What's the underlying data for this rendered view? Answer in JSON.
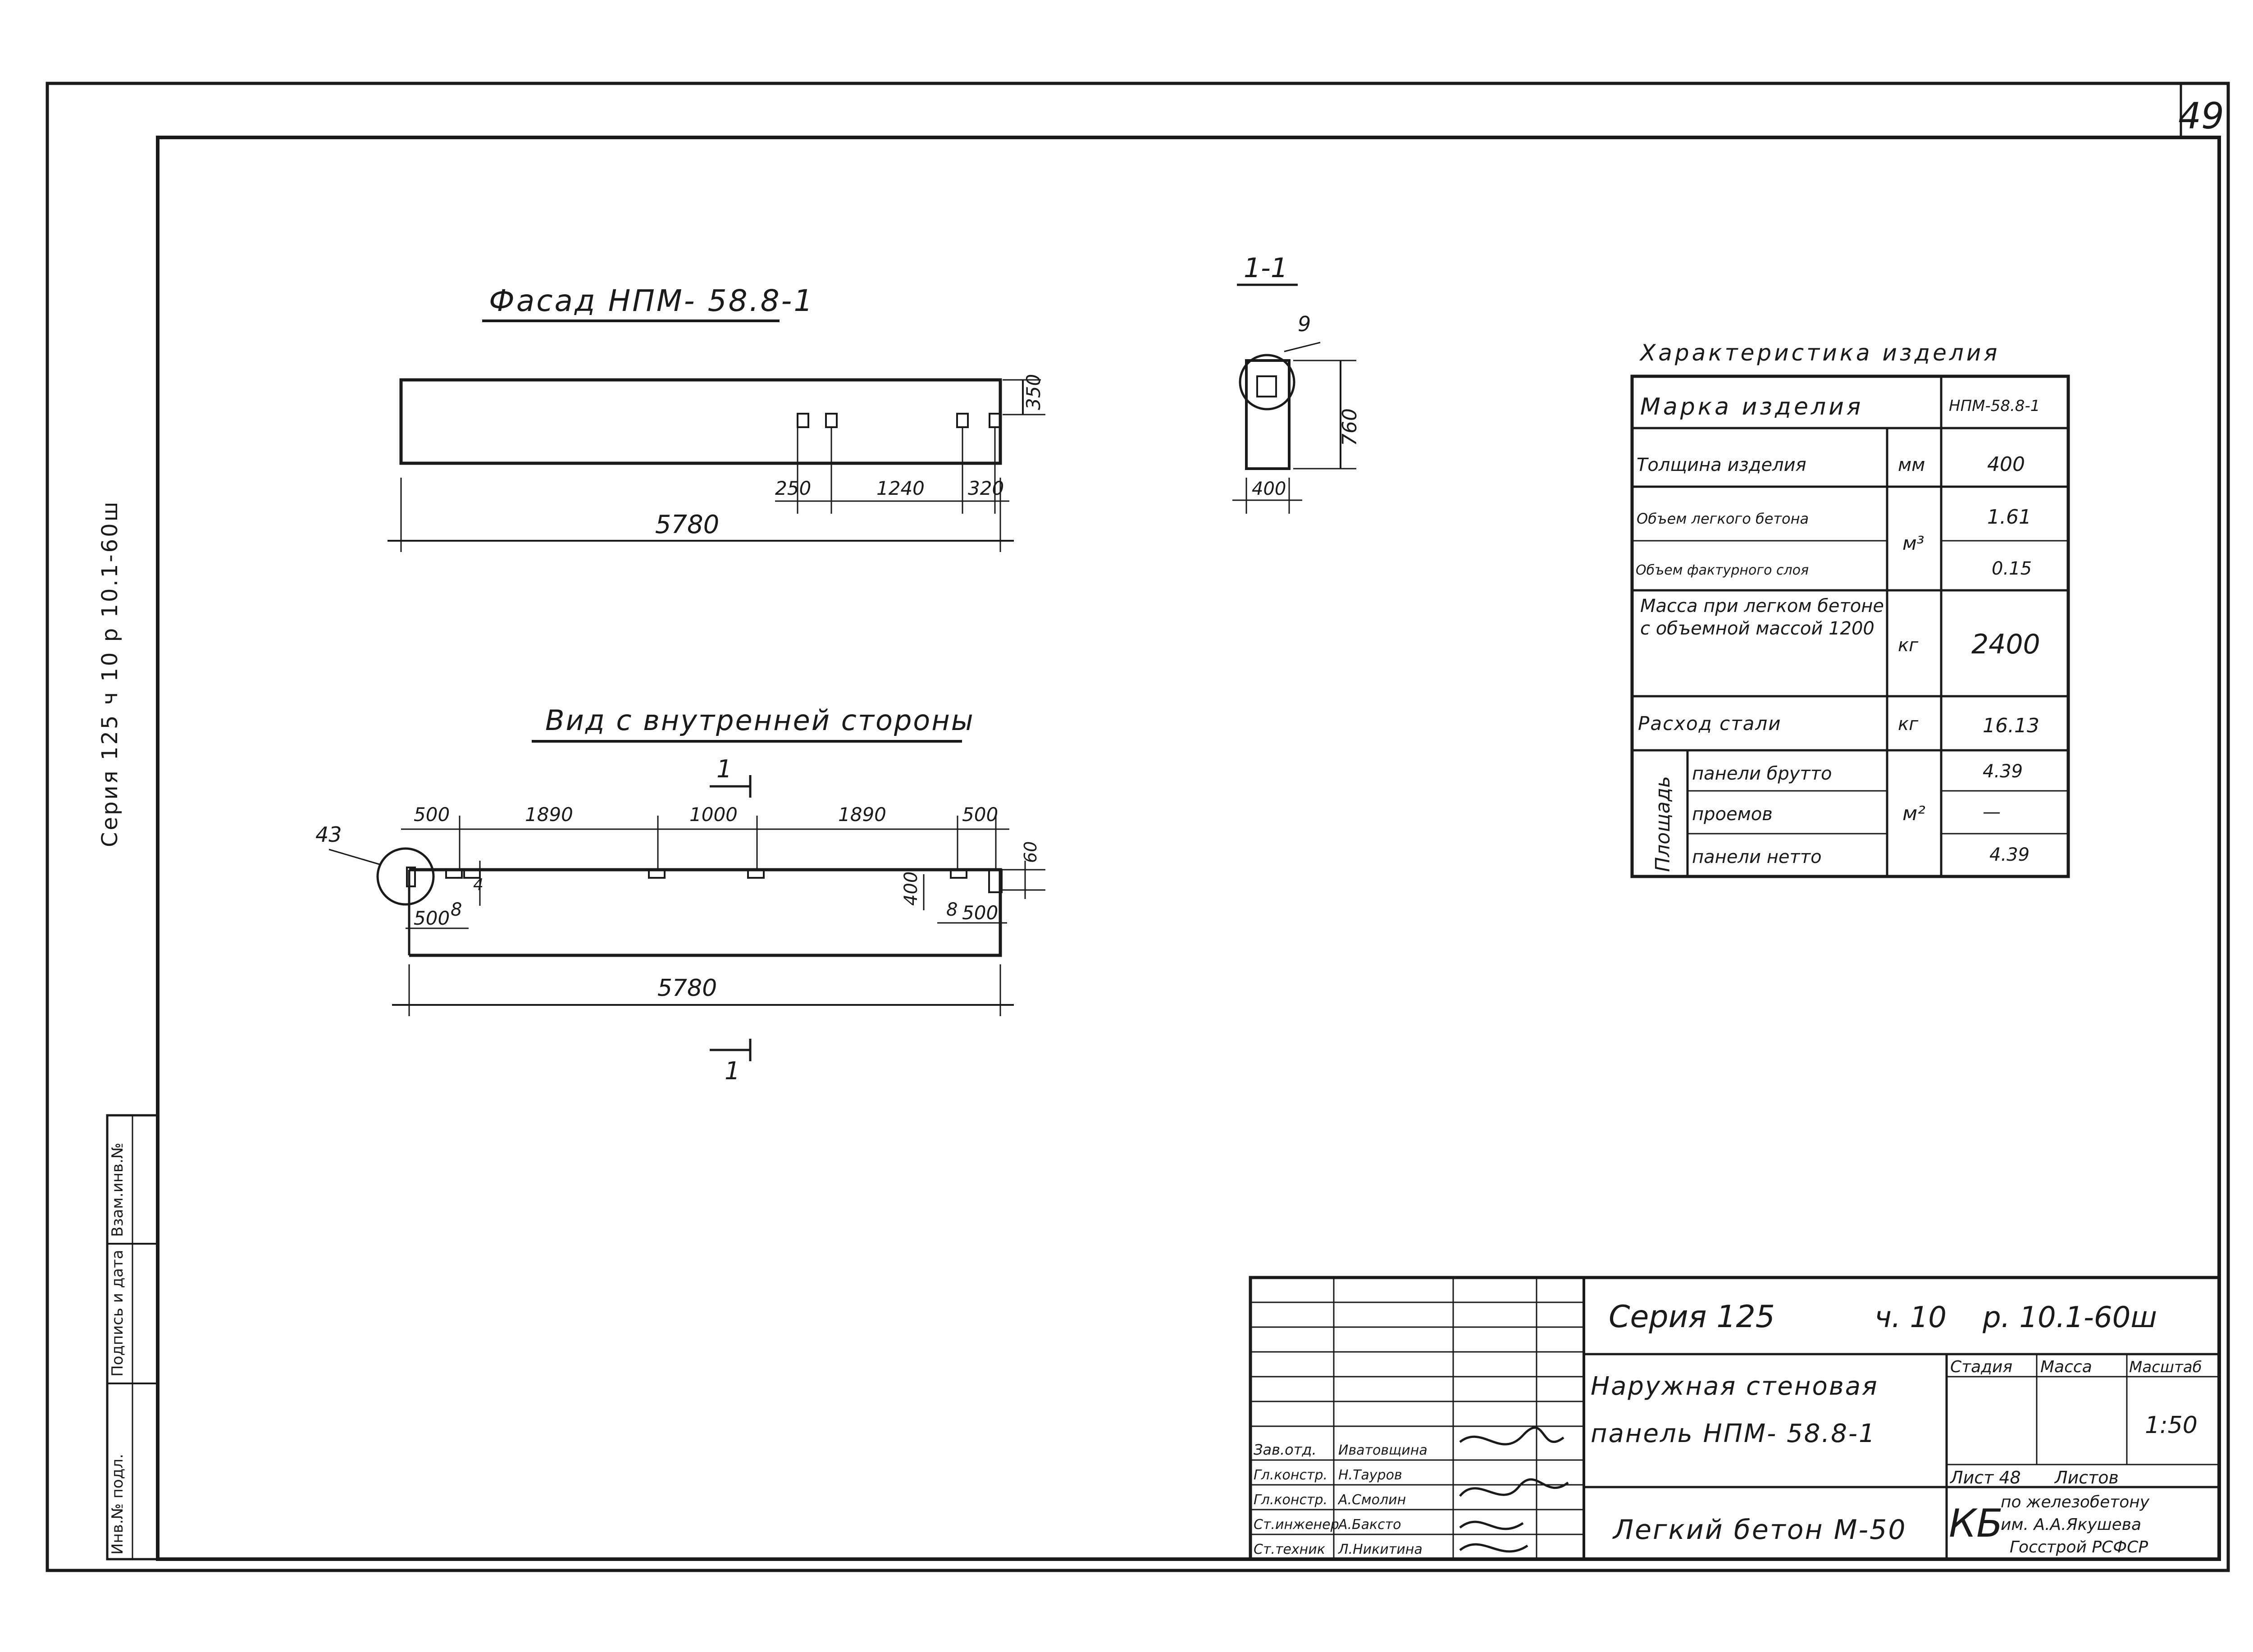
{
  "sheet": {
    "page_number": "49"
  },
  "side_stamp": {
    "series_text": "Серия 125 ч 10 р 10.1-60ш"
  },
  "facade": {
    "title": "Фасад НПМ- 58.8-1",
    "dim_overall": "5780",
    "dim_a": "250",
    "dim_b": "1240",
    "dim_c": "320",
    "dim_h": "350"
  },
  "section": {
    "title": "1-1",
    "dim_top": "9",
    "dim_height": "760",
    "dim_width": "400"
  },
  "inner_view": {
    "title": "Вид с внутренней стороны",
    "dims_top": [
      "500",
      "1890",
      "1000",
      "1890",
      "500"
    ],
    "callout": "43",
    "dim_left_bottom": "500",
    "dim_right_bottom": "500",
    "dim_left_8": "8",
    "dim_right_8": "8",
    "dim_small_4": "4",
    "dim_400": "400",
    "dim_right_60": "60",
    "dim_overall": "5780",
    "cut_top": "1",
    "cut_bottom": "1"
  },
  "spec": {
    "title": "Характеристика изделия",
    "mark_label": "Марка изделия",
    "mark_value": "НПМ-58.8-1",
    "rows": [
      {
        "label": "Толщина изделия",
        "unit": "мм",
        "value": "400"
      },
      {
        "label": "Объем легкого бетона",
        "unit": "м³",
        "value": "1.61"
      },
      {
        "label": "Объем фактурного слоя",
        "unit": "",
        "value": "0.15"
      },
      {
        "label": "Масса при легком бетоне с объемной массой 1200",
        "unit": "кг",
        "value": "2400"
      },
      {
        "label": "Расход стали",
        "unit": "кг",
        "value": "16.13"
      }
    ],
    "area_label": "Площадь",
    "area_unit": "м²",
    "area_rows": [
      {
        "label": "панели брутто",
        "value": "4.39"
      },
      {
        "label": "проемов",
        "value": "—"
      },
      {
        "label": "панели нетто",
        "value": "4.39"
      }
    ]
  },
  "title_block": {
    "series": "Серия 125",
    "part": "ч. 10",
    "sheet_code": "р. 10.1-60ш",
    "title_line1": "Наружная стеновая",
    "title_line2": "панель НПМ- 58.8-1",
    "material": "Легкий бетон М-50",
    "col_stage": "Стадия",
    "col_mass": "Масса",
    "col_scale": "Масштаб",
    "scale": "1:50",
    "sheet_label": "Лист 48",
    "sheets_label": "Листов",
    "org_code": "КБ",
    "org_line1": "по железобетону",
    "org_line2": "им. А.А.Якушева",
    "org_line3": "Госстрой РСФСР",
    "signatures": [
      {
        "role": "Зав.отд.",
        "name": "Иватовщина"
      },
      {
        "role": "Гл.констр.",
        "name": "Н.Тауров"
      },
      {
        "role": "Гл.констр.",
        "name": "А.Смолин"
      },
      {
        "role": "Ст.инженер",
        "name": "А.Баксто"
      },
      {
        "role": "Ст.техник",
        "name": "Л.Никитина"
      }
    ]
  },
  "left_stamp": {
    "cells": [
      "Инв.№ подл.",
      "Подпись и дата",
      "Взам.инв.№"
    ]
  }
}
